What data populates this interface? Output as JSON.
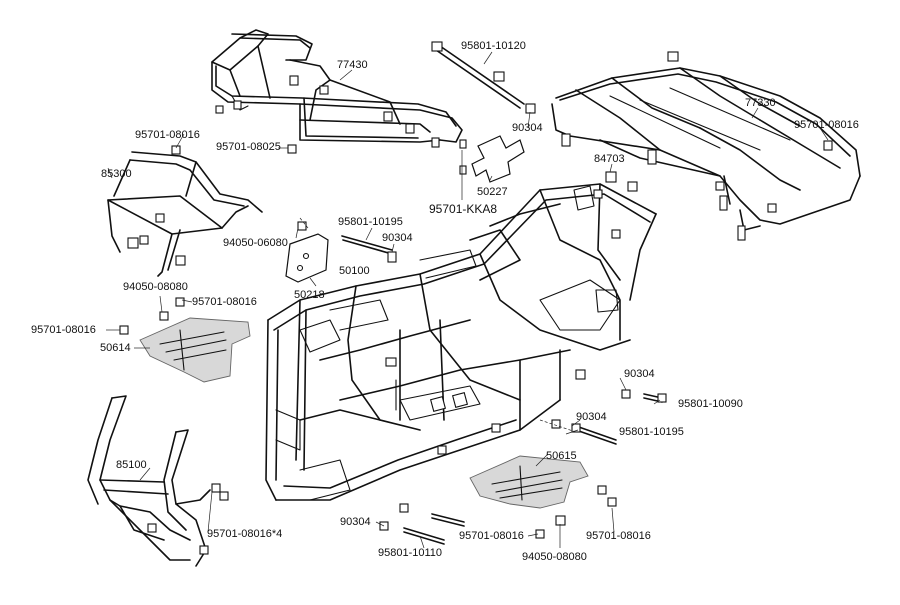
{
  "labels": {
    "rack_front_id": "77430",
    "bolt_top_id": "95801-10120",
    "rack_rear_id": "77330",
    "bolt_rear_rack_id": "95701-08016",
    "bolt_front_guard_top_id": "95701-08016",
    "bolt_front_rack_id": "95701-08025",
    "washer_top_id": "90304",
    "nut_rear_rack_id": "84703",
    "guard_front_upper_id": "85300",
    "bracket_center_id": "50227",
    "bolt_kka8_id": "95701-KKA8",
    "bolt_mid_id": "95801-10195",
    "washer_mid_id": "90304",
    "clip_mid_id": "94050-06080",
    "frame_main_id": "50100",
    "bracket_small_id": "50218",
    "clip_left_id": "94050-08080",
    "bolt_left_a_id": "95701-08016",
    "bolt_left_b_id": "95701-08016",
    "footrest_left_id": "50614",
    "washer_right_a_id": "90304",
    "bolt_right_a_id": "95801-10090",
    "washer_right_b_id": "90304",
    "bolt_right_b_id": "95801-10195",
    "guard_front_lower_id": "85100",
    "footrest_right_id": "50615",
    "washer_bottom_id": "90304",
    "bolt_bottom_left_id": "95701-08016",
    "bolt_bottom_right_id": "95701-08016",
    "bolt_guard_qty_id": "95701-08016*4",
    "bolt_bottom_long_id": "95801-10110",
    "clip_bottom_id": "94050-08080"
  }
}
